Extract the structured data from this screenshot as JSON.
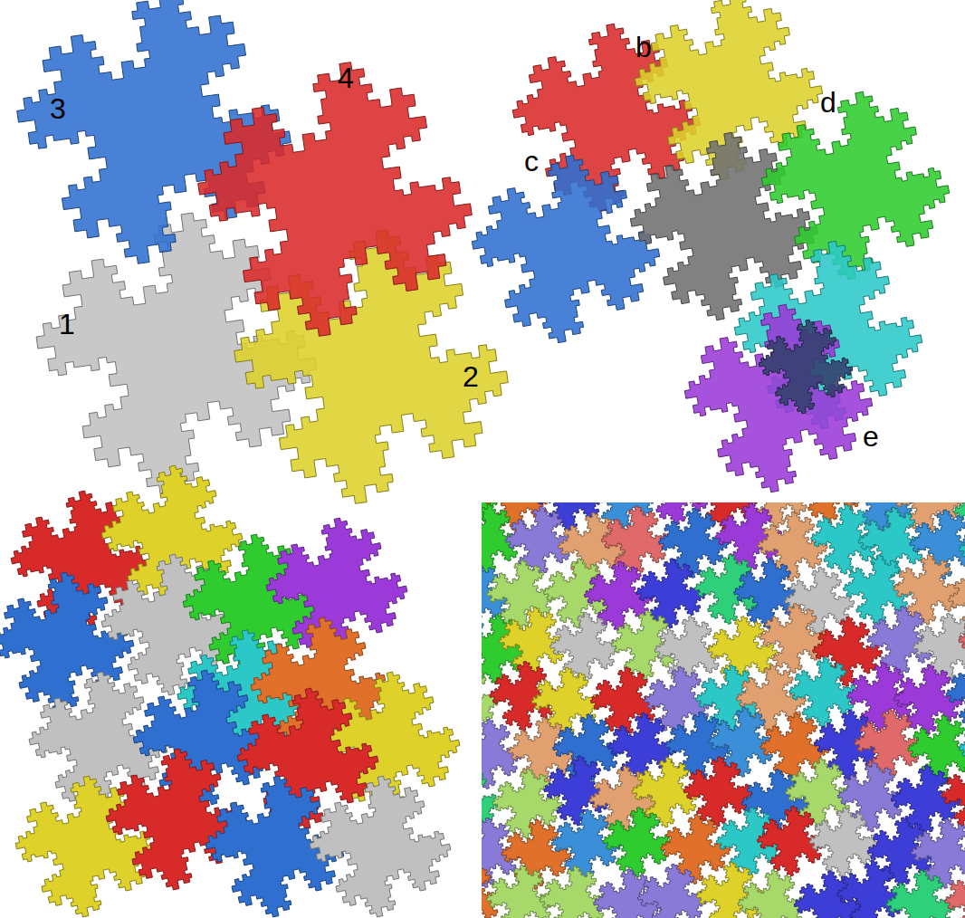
{
  "diagram": {
    "labels": [
      "3",
      "4",
      "1",
      "2",
      "b",
      "c",
      "d",
      "e"
    ]
  }
}
